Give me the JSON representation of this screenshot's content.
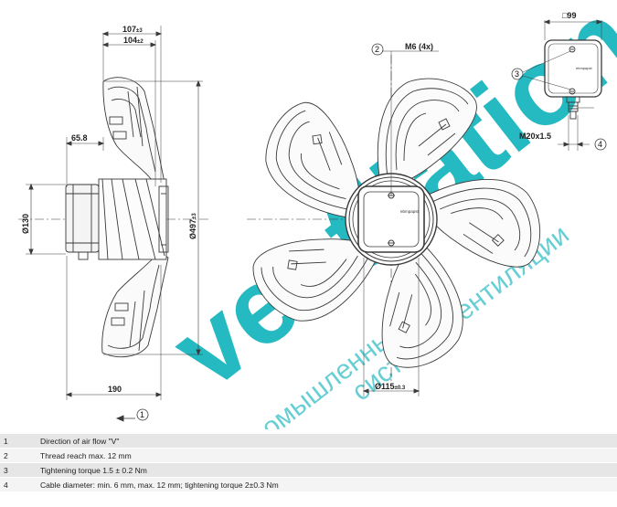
{
  "dimensions": {
    "width_107": "107",
    "width_107_tol": "±3",
    "width_104": "104",
    "width_104_tol": "±2",
    "hub_65_8": "65.8",
    "dia_130": "Ø130",
    "dia_497": "Ø497",
    "dia_497_tol": "±3",
    "depth_190": "190",
    "bolt_thread": "M6 (4x)",
    "bolt_circle": "Ø115",
    "bolt_circle_tol": "±0.3",
    "box_size": "□99",
    "gland": "M20x1.5"
  },
  "callouts": {
    "c1": "1",
    "c2": "2",
    "c3": "3",
    "c4": "4"
  },
  "brand": "ebmpapst",
  "legend": [
    {
      "num": "1",
      "text": "Direction of air flow \"V\""
    },
    {
      "num": "2",
      "text": "Thread reach max. 12 mm"
    },
    {
      "num": "3",
      "text": "Tightening torque 1.5 ± 0.2 Nm"
    },
    {
      "num": "4",
      "text": "Cable diameter: min. 6 mm, max. 12 mm; tightening torque 2±0.3 Nm"
    }
  ],
  "watermark": {
    "main": "ventilation",
    "line1": "промышленные",
    "line2": "системы вентиляции"
  },
  "colors": {
    "line": "#3a3a3a",
    "watermark": "#00aeb8",
    "row_odd": "#e6e6e6",
    "row_even": "#f4f4f4"
  }
}
